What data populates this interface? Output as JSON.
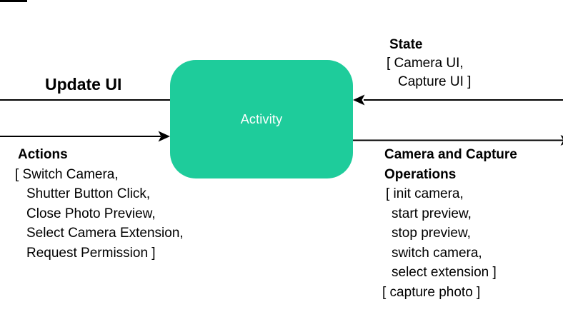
{
  "diagram": {
    "colors": {
      "node_fill": "#1ECC9B",
      "node_text": "#FFFFFF",
      "arrow": "#000000",
      "text": "#000000",
      "background": "#FFFFFF"
    },
    "node_label": "Activity",
    "update_ui_label": "Update UI",
    "actions": {
      "title": "Actions",
      "lines": [
        "[ Switch Camera,",
        "Shutter Button Click,",
        "Close Photo Preview,",
        "Select Camera Extension,",
        "Request Permission ]"
      ]
    },
    "state": {
      "title": "State",
      "lines": [
        "[ Camera UI,",
        "Capture UI ]"
      ]
    },
    "camera_ops": {
      "title_lines": [
        "Camera and Capture",
        "Operations"
      ],
      "lines": [
        "[ init camera,",
        "start preview,",
        "stop preview,",
        "switch camera,",
        "select extension ]",
        "[ capture photo ]"
      ]
    },
    "arrows": [
      {
        "name": "update-ui-arrow",
        "direction": "left-out-of-activity"
      },
      {
        "name": "actions-arrow",
        "direction": "into-activity-from-left"
      },
      {
        "name": "state-arrow",
        "direction": "into-activity-from-right"
      },
      {
        "name": "camera-operations-arrow",
        "direction": "right-out-of-activity"
      }
    ]
  }
}
